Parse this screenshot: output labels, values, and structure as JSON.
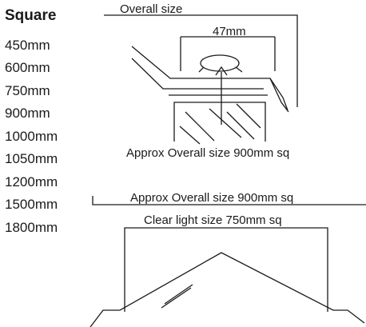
{
  "size_list": {
    "heading": "Square",
    "items": [
      "450mm",
      "600mm",
      "750mm",
      "900mm",
      "1000mm",
      "1050mm",
      "1200mm",
      "1500mm",
      "1800mm"
    ]
  },
  "top_diagram": {
    "overall_label": "Overall size",
    "dimension_label": "47mm",
    "approx_label": "Approx Overall size 900mm sq"
  },
  "bottom_diagram": {
    "overall_label": "Approx Overall size 900mm sq",
    "clear_label": "Clear light size 750mm sq"
  },
  "colors": {
    "ink": "#1a1a1a",
    "background": "#ffffff"
  }
}
